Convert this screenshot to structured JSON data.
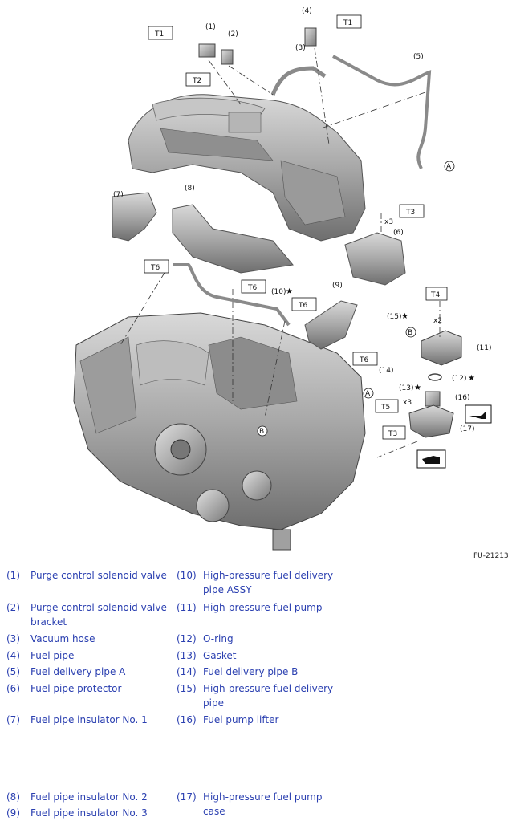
{
  "figure": {
    "code": "FU-21213",
    "callouts": {
      "n1": "(1)",
      "n2": "(2)",
      "n3": "(3)",
      "n4": "(4)",
      "n5": "(5)",
      "n6": "(6)",
      "n7": "(7)",
      "n8": "(8)",
      "n9": "(9)",
      "n10": "(10)",
      "n11": "(11)",
      "n12": "(12)",
      "n13": "(13)",
      "n14": "(14)",
      "n15": "(15)",
      "n16": "(16)",
      "n17": "(17)"
    },
    "torque": {
      "T1": "T1",
      "T2": "T2",
      "T3": "T3",
      "T4": "T4",
      "T5": "T5",
      "T6": "T6"
    },
    "markers": {
      "A": "A",
      "B": "B",
      "x2": "x2",
      "x3": "x3",
      "star": "★"
    }
  },
  "legend": [
    {
      "num": "(1)",
      "text": "Purge control solenoid valve"
    },
    {
      "num": "(2)",
      "text": "Purge control solenoid valve bracket"
    },
    {
      "num": "(3)",
      "text": "Vacuum hose"
    },
    {
      "num": "(4)",
      "text": "Fuel pipe"
    },
    {
      "num": "(5)",
      "text": "Fuel delivery pipe A"
    },
    {
      "num": "(6)",
      "text": "Fuel pipe protector"
    },
    {
      "num": "(7)",
      "text": "Fuel pipe insulator No. 1"
    },
    {
      "num": "(8)",
      "text": "Fuel pipe insulator No. 2"
    },
    {
      "num": "(9)",
      "text": "Fuel pipe insulator No. 3"
    },
    {
      "num": "(10)",
      "text": "High-pressure fuel delivery pipe ASSY"
    },
    {
      "num": "(11)",
      "text": "High-pressure fuel pump"
    },
    {
      "num": "(12)",
      "text": "O-ring"
    },
    {
      "num": "(13)",
      "text": "Gasket"
    },
    {
      "num": "(14)",
      "text": "Fuel delivery pipe B"
    },
    {
      "num": "(15)",
      "text": "High-pressure fuel delivery pipe"
    },
    {
      "num": "(16)",
      "text": "Fuel pump lifter"
    },
    {
      "num": "(17)",
      "text": "High-pressure fuel pump case"
    }
  ]
}
